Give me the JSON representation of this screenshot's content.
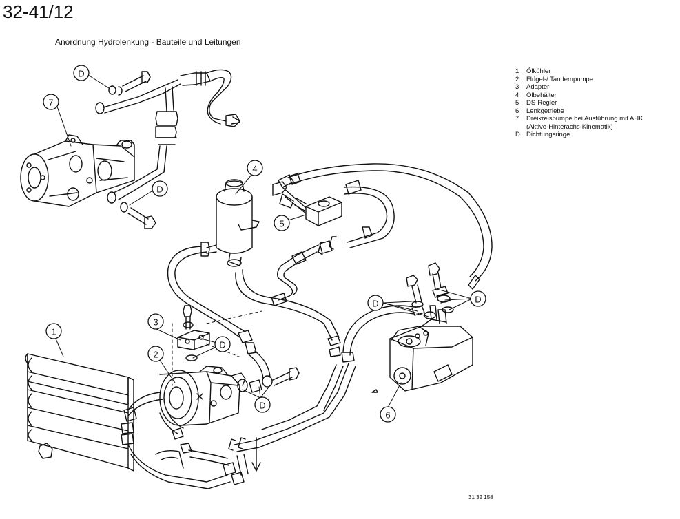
{
  "header": {
    "page_number": "32-41/12",
    "title": "Anordnung Hydrolenkung - Bauteile und Leitungen"
  },
  "legend": {
    "items": [
      {
        "key": "1",
        "text": "Ölkühler"
      },
      {
        "key": "2",
        "text": "Flügel-/ Tandempumpe"
      },
      {
        "key": "3",
        "text": "Adapter"
      },
      {
        "key": "4",
        "text": "Ölbehälter"
      },
      {
        "key": "5",
        "text": "DS-Regler"
      },
      {
        "key": "6",
        "text": "Lenkgetriebe"
      },
      {
        "key": "7",
        "text": "Dreikreispumpe bei Ausführung mit AHK",
        "cont": "(Aktive-Hinterachs-Kinematik)"
      },
      {
        "key": "D",
        "text": "Dichtungsringe"
      }
    ]
  },
  "callouts": {
    "c1": "1",
    "c2": "2",
    "c3": "3",
    "c4": "4",
    "c5": "5",
    "c6": "6",
    "c7": "7",
    "d_top": "D",
    "d_left": "D",
    "d_adapter": "D",
    "d_pump": "D",
    "d_mid": "D",
    "d_right": "D"
  },
  "footer": {
    "figure_ref": "31 32 158"
  }
}
